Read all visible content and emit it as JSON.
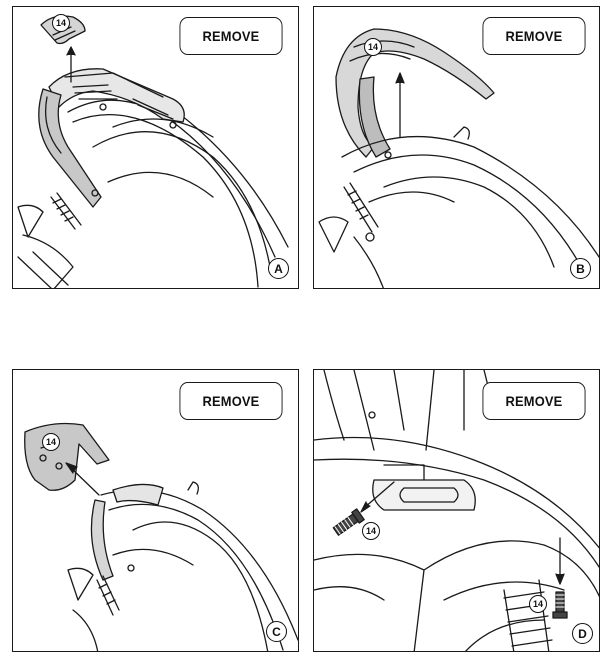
{
  "panels": [
    {
      "letter": "A",
      "action_label": "REMOVE",
      "part_number": "14"
    },
    {
      "letter": "B",
      "action_label": "REMOVE",
      "part_number": "14"
    },
    {
      "letter": "C",
      "action_label": "REMOVE",
      "part_number": "14"
    },
    {
      "letter": "D",
      "action_label": "REMOVE",
      "part_number": "14",
      "second_part_number": "14"
    }
  ],
  "colors": {
    "line": "#1a1a1a",
    "part_fill": "#cfcfcf",
    "dark": "#444444"
  }
}
